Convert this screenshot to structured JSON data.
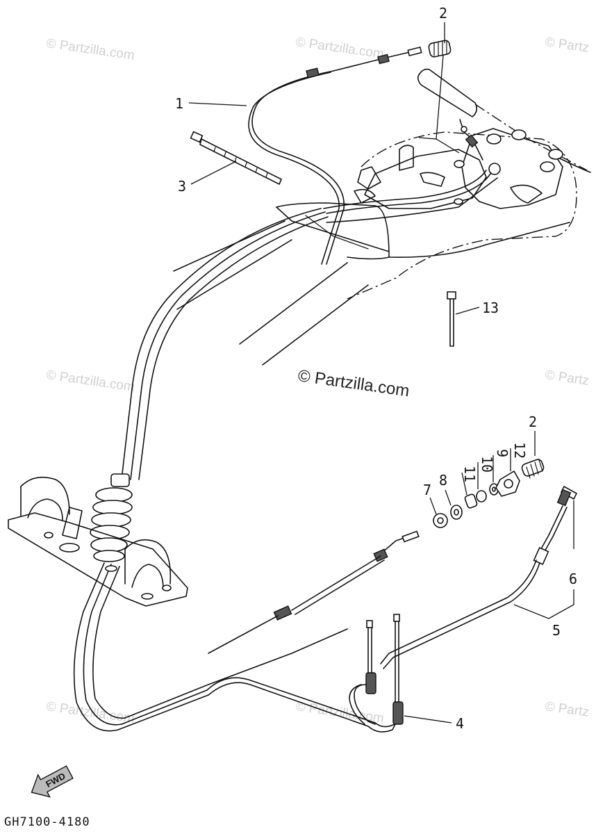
{
  "watermarks": {
    "small_text": "© Partzilla.com",
    "main_text": "© Partzilla.com",
    "partial_text": "© Partz"
  },
  "callouts": {
    "c1": "1",
    "c2_top": "2",
    "c3": "3",
    "c13": "13",
    "c2_right": "2",
    "c12": "12",
    "c9": "9",
    "c10": "10",
    "c11": "11",
    "c8": "8",
    "c7": "7",
    "c6": "6",
    "c5": "5",
    "c4": "4"
  },
  "fwd_label": "FWD",
  "diagram_code": "GH7100-4180"
}
